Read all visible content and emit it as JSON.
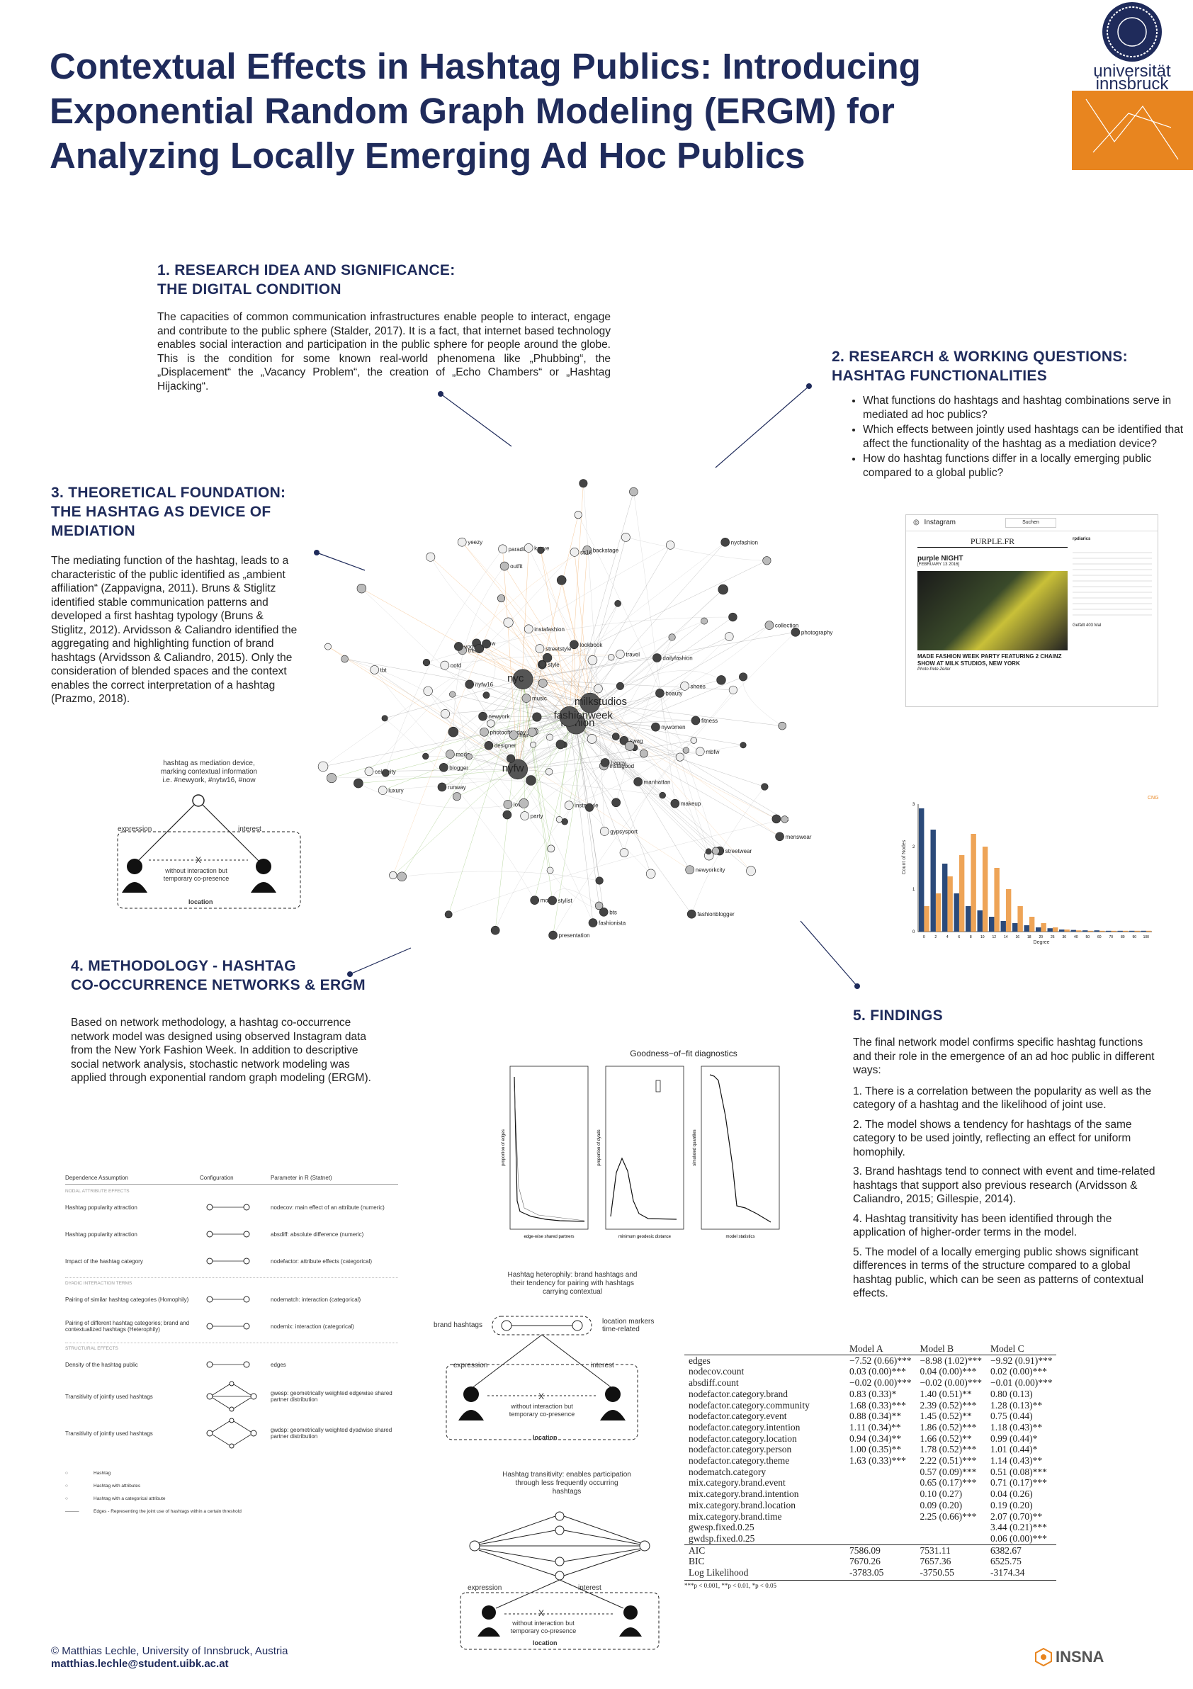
{
  "title": "Contextual Effects in Hashtag Publics: Introducing Exponential Random Graph Modeling (ERGM) for Analyzing Locally Emerging Ad Hoc Publics",
  "logo": {
    "line1": "universität",
    "line2": "innsbruck",
    "color": "#e8851f"
  },
  "section1": {
    "heading1": "1. RESEARCH IDEA AND SIGNIFICANCE:",
    "heading2": "THE DIGITAL CONDITION",
    "body": "The capacities of common communication infrastructures enable people to interact, engage and contribute to the public sphere (Stalder, 2017). It is a fact, that internet based technology enables social interaction and participation in the public sphere for people around the globe. This is the condition for some known real-world phenomena like „Phubbing“, the „Displacement“ the „Vacancy Problem“, the creation of „Echo Chambers“ or „Hashtag Hijacking“."
  },
  "section2": {
    "heading1": "2. RESEARCH & WORKING QUESTIONS:",
    "heading2": "HASHTAG FUNCTIONALITIES",
    "questions": [
      "What functions do hashtags and hashtag combinations serve in mediated ad hoc publics?",
      "Which effects between jointly used hashtags can be identified that affect the functionality of the hashtag as a mediation device?",
      "How do hashtag functions differ in a locally emerging public compared to a global public?"
    ]
  },
  "section3": {
    "heading1": "3. THEORETICAL FOUNDATION:",
    "heading2": "THE HASHTAG AS  DEVICE OF",
    "heading3": "MEDIATION",
    "body": "The mediating function of the hashtag, leads to a characteristic of the public identified as „ambient affiliation“ (Zappavigna, 2011). Bruns & Stiglitz identified stable communication patterns and developed a first hashtag typology (Bruns & Stiglitz, 2012). Arvidsson & Caliandro identified the aggregating and highlighting function of brand hashtags (Arvidsson & Caliandro, 2015). Only the consideration of blended spaces and the context enables the correct interpretation of a hashtag (Prazmo, 2018)."
  },
  "section4": {
    "heading1": "4. METHODOLOGY - HASHTAG",
    "heading2": "CO-OCCURRENCE NETWORKS & ERGM",
    "body": "Based on network methodology, a hashtag co-occurrence network model was designed using observed Instagram data from the New York Fashion Week. In addition to descriptive social network analysis, stochastic network modeling was applied through exponential random graph modeling (ERGM)."
  },
  "section5": {
    "heading": "5. FINDINGS",
    "intro": "The final network model confirms specific hashtag functions and their role in the emergence of  an ad hoc public in different ways:",
    "items": [
      "1. There is a correlation between the popularity as well as the category of a hashtag and the likelihood of joint use.",
      "2. The model shows a tendency for hashtags of the same category to be used jointly, reflecting an effect for uniform homophily.",
      "3. Brand hashtags tend to connect with event and time-related hashtags that support also previous research (Arvidsson & Caliandro, 2015; Gillespie, 2014).",
      "4. Hashtag transitivity has been identified through the application of higher-order terms in the model.",
      "5. The model of a locally emerging public shows significant differences in terms of the structure compared to a global hashtag public, which can be seen as patterns of contextual effects."
    ]
  },
  "mediation_diagram": {
    "caption": [
      "hashtag as mediation device,",
      "marking contextual information",
      "i.e. #newyork, #nytw16, #now"
    ],
    "left": "expression",
    "right": "interest",
    "x": "X",
    "note": [
      "without interaction but",
      "temporary co-presence"
    ],
    "location": "location"
  },
  "heterophily_diagram": {
    "caption": [
      "Hashtag heterophily: brand hashtags and",
      "their tendency for pairing with hashtags",
      "carrying contextual"
    ],
    "brand": "brand hashtags",
    "markers": [
      "location markers",
      "time-related"
    ],
    "left": "expression",
    "right": "interest",
    "x": "X",
    "note": [
      "without interaction but",
      "temporary co-presence"
    ],
    "location": "location"
  },
  "transitivity_diagram": {
    "caption": [
      "Hashtag transitivity: enables participation",
      "through less frequently occurring",
      "hashtags"
    ],
    "left": "expression",
    "right": "interest",
    "x": "X",
    "note": [
      "without interaction but",
      "temporary co-presence"
    ],
    "location": "location"
  },
  "network": {
    "labels": [
      {
        "t": "fashion",
        "big": true
      },
      {
        "t": "nyc",
        "big": true
      },
      {
        "t": "fashionweek",
        "big": true
      },
      {
        "t": "nyfw",
        "big": true
      },
      {
        "t": "milkstudios",
        "big": true
      },
      {
        "t": "model",
        "big": false
      },
      {
        "t": "style",
        "big": false
      },
      {
        "t": "newyork",
        "big": false
      },
      {
        "t": "streetstyle",
        "big": false
      },
      {
        "t": "ootd",
        "big": false
      },
      {
        "t": "instagood",
        "big": false
      },
      {
        "t": "photography",
        "big": false
      },
      {
        "t": "makeup",
        "big": false
      },
      {
        "t": "beauty",
        "big": false
      },
      {
        "t": "runway",
        "big": false
      },
      {
        "t": "instafashion",
        "big": false
      },
      {
        "t": "fashionblogger",
        "big": false
      },
      {
        "t": "designer",
        "big": false
      },
      {
        "t": "nyfw16",
        "big": false
      },
      {
        "t": "newyorkcity",
        "big": false
      },
      {
        "t": "love",
        "big": false
      },
      {
        "t": "art",
        "big": false
      },
      {
        "t": "fashionista",
        "big": false
      },
      {
        "t": "photooftheday",
        "big": false
      },
      {
        "t": "show",
        "big": false
      },
      {
        "t": "backstage",
        "big": false
      },
      {
        "t": "manhattan",
        "big": false
      },
      {
        "t": "hair",
        "big": false
      },
      {
        "t": "mbfw",
        "big": false
      },
      {
        "t": "outfit",
        "big": false
      },
      {
        "t": "shoes",
        "big": false
      },
      {
        "t": "blogger",
        "big": false
      },
      {
        "t": "luxury",
        "big": false
      },
      {
        "t": "moda",
        "big": false
      },
      {
        "t": "instastyle",
        "big": false
      },
      {
        "t": "lookbook",
        "big": false
      },
      {
        "t": "stylist",
        "big": false
      },
      {
        "t": "nycfashion",
        "big": false
      },
      {
        "t": "collection",
        "big": false
      },
      {
        "t": "ss16",
        "big": false
      },
      {
        "t": "music",
        "big": false
      },
      {
        "t": "party",
        "big": false
      },
      {
        "t": "gypsysport",
        "big": false
      },
      {
        "t": "paradise",
        "big": false
      },
      {
        "t": "presentation",
        "big": false
      },
      {
        "t": "fitness",
        "big": false
      },
      {
        "t": "trend",
        "big": false
      },
      {
        "t": "menswear",
        "big": false
      },
      {
        "t": "celebrity",
        "big": false
      },
      {
        "t": "vogue",
        "big": false
      },
      {
        "t": "streetwear",
        "big": false
      },
      {
        "t": "dailyfashion",
        "big": false
      },
      {
        "t": "nywomen",
        "big": false
      },
      {
        "t": "kanye",
        "big": false
      },
      {
        "t": "yeezy",
        "big": false
      },
      {
        "t": "bts",
        "big": false
      },
      {
        "t": "happy",
        "big": false
      },
      {
        "t": "swag",
        "big": false
      },
      {
        "t": "tbt",
        "big": false
      },
      {
        "t": "travel",
        "big": false
      }
    ]
  },
  "instagram_shot": {
    "app": "Instagram",
    "search": "Suchen",
    "mag": "PURPLE.FR",
    "headline": "purple NIGHT",
    "date": "[FEBRUARY 13 2016]",
    "caption": "MADE FASHION WEEK PARTY FEATURING 2 CHAINZ SHOW AT MILK STUDIOS, NEW YORK",
    "credit": "Photo Pete Zeiter",
    "user": "rpdiarics",
    "likes": "Gefällt 403 Mal"
  },
  "chart_data": [
    {
      "type": "bar",
      "title": "",
      "xlabel": "Degree",
      "ylabel": "Count of Nodes",
      "legend": [
        "CNG"
      ],
      "legend_position": "top-right",
      "categories": [
        "0",
        "2",
        "4",
        "6",
        "8",
        "10",
        "12",
        "14",
        "16",
        "18",
        "20",
        "25",
        "30",
        "40",
        "50",
        "60",
        "70",
        "80",
        "90",
        "100"
      ],
      "series": [
        {
          "values": [
            2.9,
            2.4,
            1.6,
            0.9,
            0.6,
            0.5,
            0.35,
            0.25,
            0.2,
            0.15,
            0.1,
            0.08,
            0.05,
            0.04,
            0.03,
            0.03,
            0.02,
            0.02,
            0.02,
            0.02
          ]
        },
        {
          "values": [
            0.6,
            0.9,
            1.3,
            1.8,
            2.3,
            2.0,
            1.5,
            1.0,
            0.6,
            0.35,
            0.2,
            0.1,
            0.05,
            0.03,
            0.02,
            0.02,
            0.02,
            0.02,
            0.02,
            0.02
          ]
        }
      ],
      "ylim": [
        0,
        3
      ]
    },
    {
      "type": "line",
      "title": "Goodness−of−fit diagnostics",
      "panels": [
        {
          "xlabel": "edge-wise shared partners",
          "ylabel": "proportion of edges"
        },
        {
          "xlabel": "minimum geodesic distance",
          "ylabel": "proportion of dyads"
        },
        {
          "xlabel": "model statistics",
          "ylabel": "simulated quantiles"
        }
      ]
    }
  ],
  "terms_table": {
    "headers": [
      "Dependence Assumption",
      "Configuration",
      "Parameter in R (Statnet)"
    ],
    "section_labels": [
      "NODAL ATTRIBUTE EFFECTS",
      "DYADIC INTERACTION TERMS",
      "STRUCTURAL EFFECTS"
    ],
    "rows": [
      {
        "assumption": "Hashtag popularity attraction",
        "param": "nodecov: main effect of an attribute (numeric)"
      },
      {
        "assumption": "Hashtag popularity attraction",
        "param": "absdiff: absolute difference (numeric)"
      },
      {
        "assumption": "Impact of the hashtag category",
        "param": "nodefactor: attribute effects (categorical)"
      },
      {
        "assumption": "Pairing of similar hashtag categories (Homophily)",
        "param": "nodematch: interaction (categorical)"
      },
      {
        "assumption": "Pairing of different hashtag categories; brand and contextualized hashtags (Heterophily)",
        "param": "nodemix: interaction (categorical)"
      },
      {
        "assumption": "Density of the hashtag public",
        "param": "edges"
      },
      {
        "assumption": "Transitivity of jointly used hashtags",
        "param": "gwesp: geometrically weighted edgewise shared partner distribution"
      },
      {
        "assumption": "Transitivity of jointly used hashtags",
        "param": "gwdsp: geometrically weighted dyadwise shared partner distribution"
      }
    ],
    "legend": [
      "Hashtag",
      "Hashtag with attributes",
      "Hashtag with a categorical attribute",
      "Edges - Representing the joint use of hashtags within a certain threshold"
    ]
  },
  "regression": {
    "columns": [
      "",
      "Model A",
      "Model B",
      "Model C"
    ],
    "rows": [
      [
        "edges",
        "−7.52 (0.66)***",
        "−8.98 (1.02)***",
        "−9.92 (0.91)***"
      ],
      [
        "nodecov.count",
        "0.03 (0.00)***",
        "0.04 (0.00)***",
        "0.02 (0.00)***"
      ],
      [
        "absdiff.count",
        "−0.02 (0.00)***",
        "−0.02 (0.00)***",
        "−0.01 (0.00)***"
      ],
      [
        "nodefactor.category.brand",
        "0.83 (0.33)*",
        "1.40 (0.51)**",
        "0.80 (0.13)"
      ],
      [
        "nodefactor.category.community",
        "1.68 (0.33)***",
        "2.39 (0.52)***",
        "1.28 (0.13)**"
      ],
      [
        "nodefactor.category.event",
        "0.88 (0.34)**",
        "1.45 (0.52)**",
        "0.75 (0.44)"
      ],
      [
        "nodefactor.category.intention",
        "1.11 (0.34)**",
        "1.86 (0.52)***",
        "1.18 (0.43)**"
      ],
      [
        "nodefactor.category.location",
        "0.94 (0.34)**",
        "1.66 (0.52)**",
        "0.99 (0.44)*"
      ],
      [
        "nodefactor.category.person",
        "1.00 (0.35)**",
        "1.78 (0.52)***",
        "1.01 (0.44)*"
      ],
      [
        "nodefactor.category.theme",
        "1.63 (0.33)***",
        "2.22 (0.51)***",
        "1.14 (0.43)**"
      ],
      [
        "nodematch.category",
        "",
        "0.57 (0.09)***",
        "0.51 (0.08)***"
      ],
      [
        "mix.category.brand.event",
        "",
        "0.65 (0.17)***",
        "0.71 (0.17)***"
      ],
      [
        "mix.category.brand.intention",
        "",
        "0.10 (0.27)",
        "0.04 (0.26)"
      ],
      [
        "mix.category.brand.location",
        "",
        "0.09 (0.20)",
        "0.19 (0.20)"
      ],
      [
        "mix.category.brand.time",
        "",
        "2.25 (0.66)***",
        "2.07 (0.70)**"
      ],
      [
        "gwesp.fixed.0.25",
        "",
        "",
        "3.44 (0.21)***"
      ],
      [
        "gwdsp.fixed.0.25",
        "",
        "",
        "0.06 (0.00)***"
      ]
    ],
    "fit_rows": [
      [
        "AIC",
        "7586.09",
        "7531.11",
        "6382.67"
      ],
      [
        "BIC",
        "7670.26",
        "7657.36",
        "6525.75"
      ],
      [
        "Log Likelihood",
        "-3783.05",
        "-3750.55",
        "-3174.34"
      ]
    ],
    "footnote": "***p < 0.001, **p < 0.01, *p < 0.05"
  },
  "footer": {
    "author": "© Matthias Lechle, University of Innsbruck, Austria",
    "email": "matthias.lechle@student.uibk.ac.at",
    "insna": "INSNA"
  }
}
